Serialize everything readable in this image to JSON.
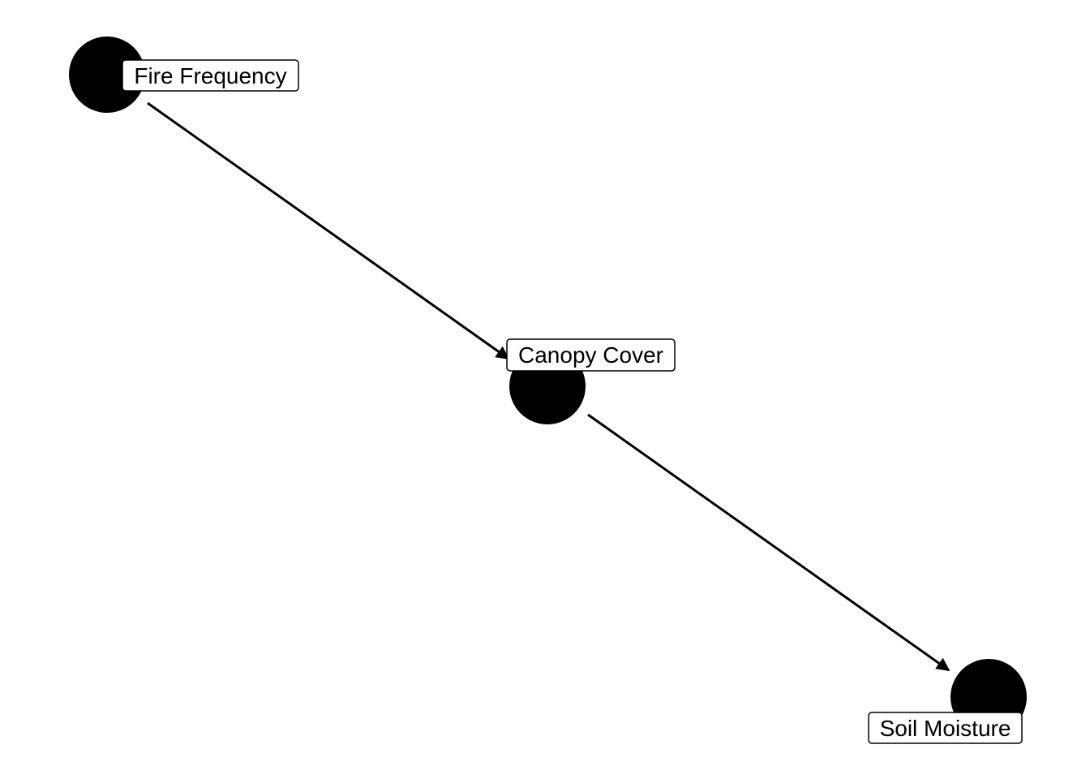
{
  "diagram": {
    "type": "directed-acyclic-graph",
    "node_color": "#000000",
    "edge_color": "#000000",
    "label_background": "#ffffff",
    "nodes": [
      {
        "id": "fire_frequency",
        "label": "Fire Frequency"
      },
      {
        "id": "canopy_cover",
        "label": "Canopy Cover"
      },
      {
        "id": "soil_moisture",
        "label": "Soil Moisture"
      }
    ],
    "edges": [
      {
        "from": "fire_frequency",
        "to": "canopy_cover"
      },
      {
        "from": "canopy_cover",
        "to": "soil_moisture"
      }
    ]
  }
}
